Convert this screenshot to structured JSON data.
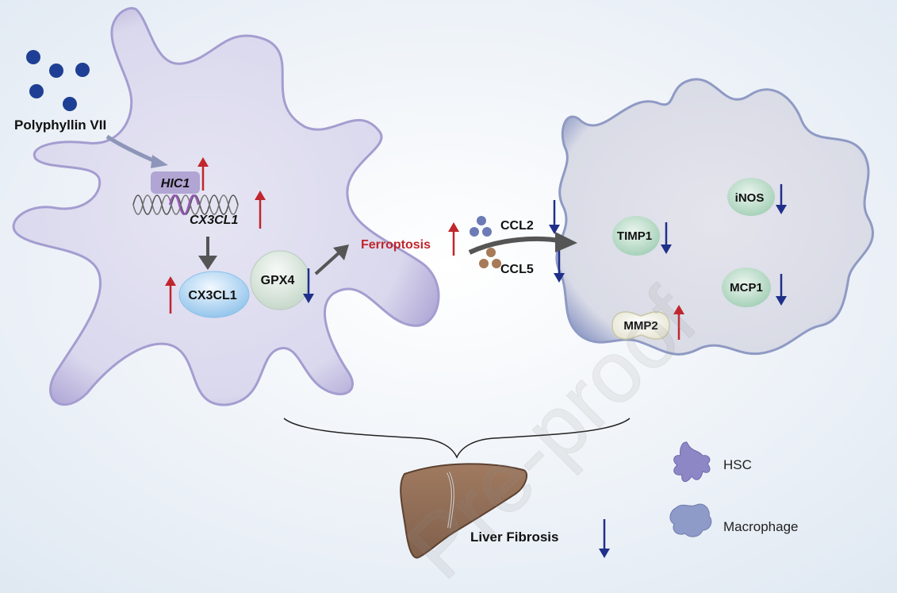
{
  "drug": {
    "name": "Polyphyllin VII",
    "color": "#1f3f95"
  },
  "hsc": {
    "gene_hic1": "HIC1",
    "gene_cx3cl1": "CX3CL1",
    "protein_cx3cl1": "CX3CL1",
    "protein_gpx4": "GPX4"
  },
  "process": {
    "ferroptosis": "Ferroptosis"
  },
  "chemokines": {
    "ccl2": "CCL2",
    "ccl5": "CCL5"
  },
  "macrophage": {
    "timp1": "TIMP1",
    "inos": "iNOS",
    "mcp1": "MCP1",
    "mmp2": "MMP2"
  },
  "outcome": {
    "label": "Liver Fibrosis"
  },
  "legend": {
    "hsc": "HSC",
    "macrophage": "Macrophage"
  },
  "watermark": "Pre-proof",
  "colors": {
    "up_arrow": "#c0262d",
    "down_arrow": "#1f2f8a",
    "ferroptosis_text": "#c0262d",
    "hsc_fill": "#dcd9ee",
    "hsc_stroke": "#a49dd0",
    "macrophage_fill": "#dcdfea",
    "macrophage_stroke": "#8f9ac4"
  }
}
